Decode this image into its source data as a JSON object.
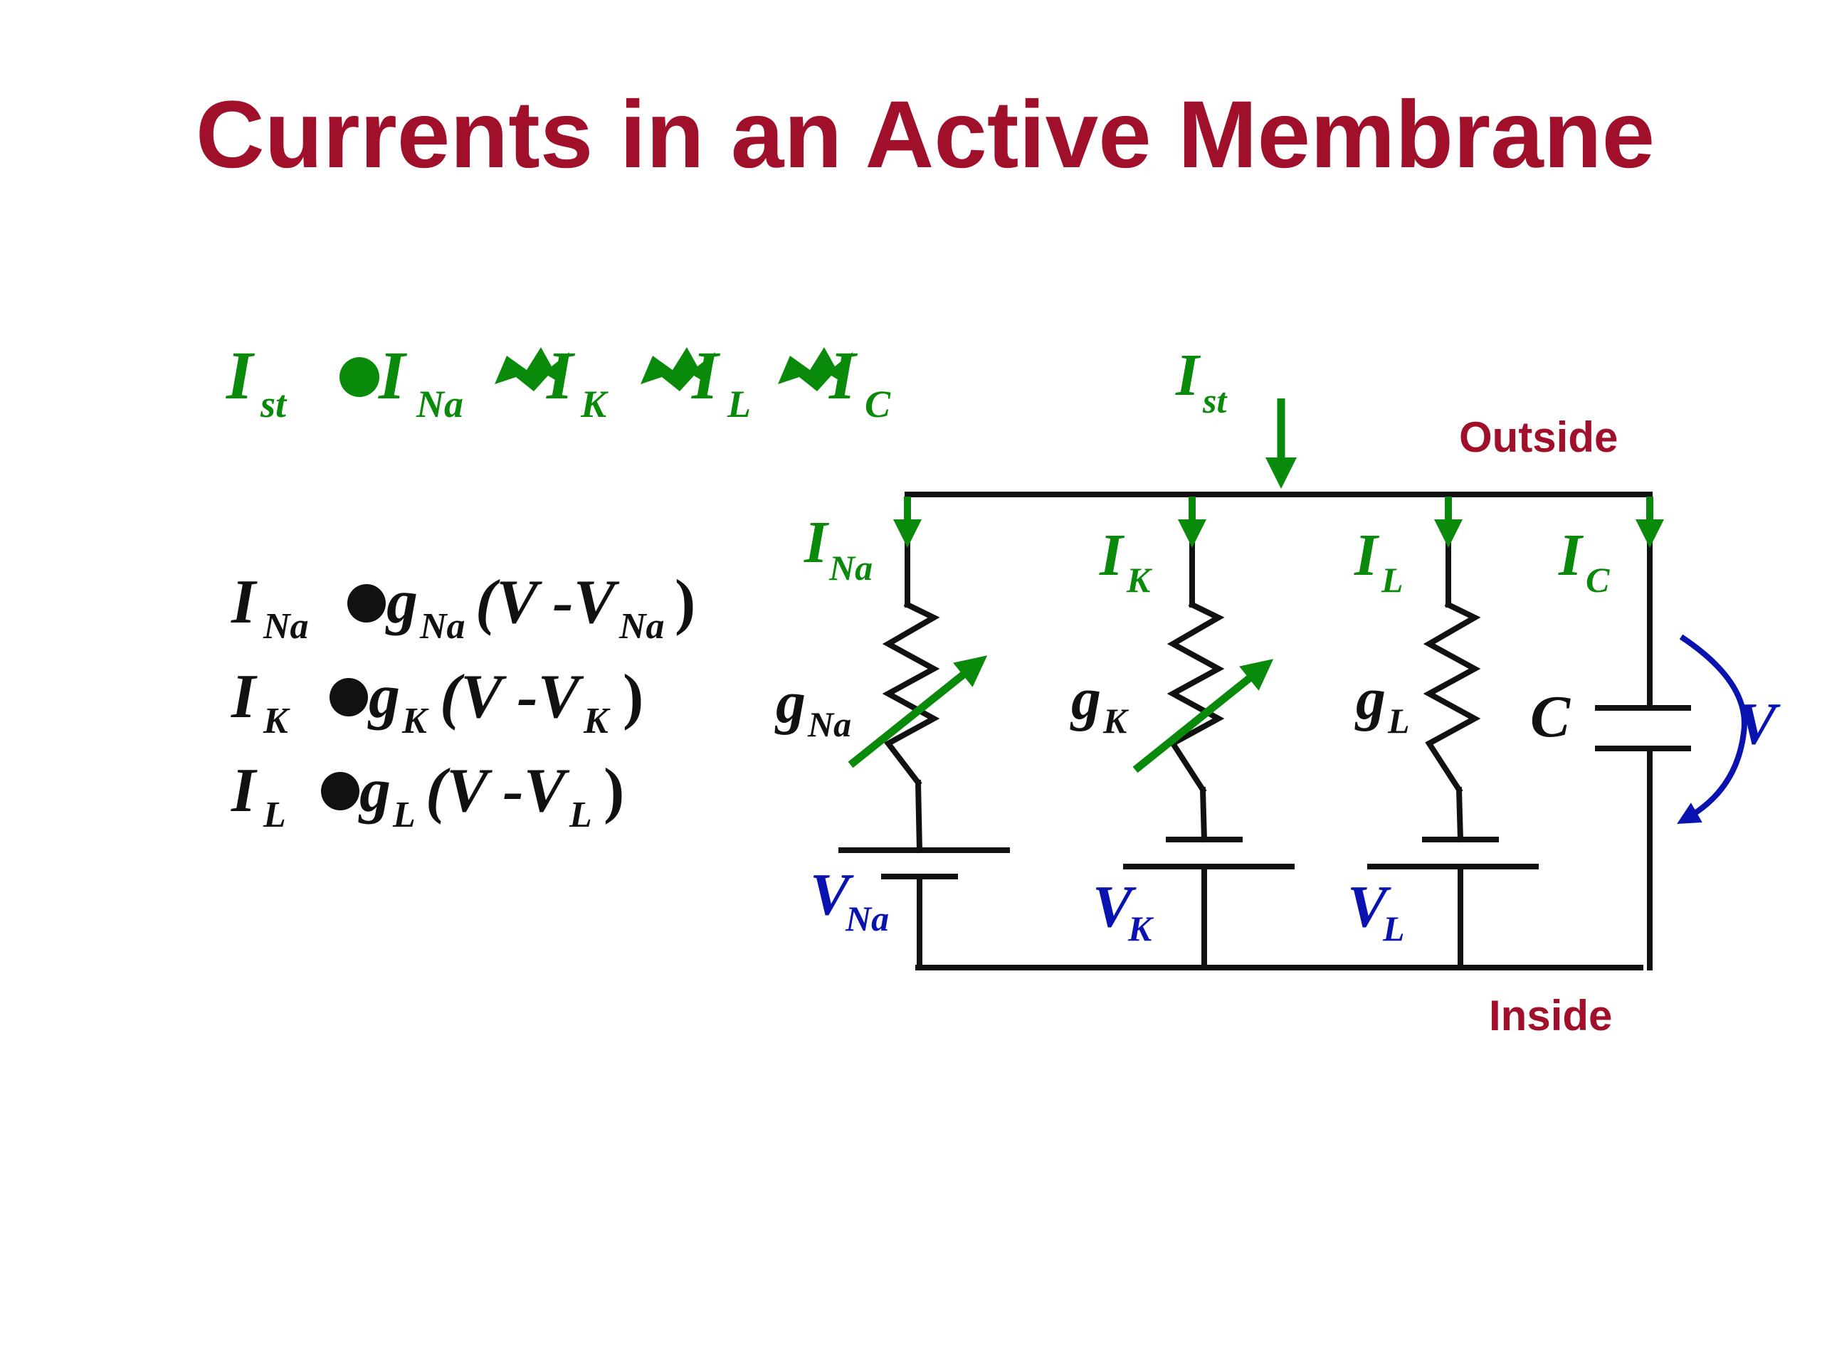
{
  "slide": {
    "title": "Currents in an Active Membrane"
  },
  "equations": {
    "kcl": {
      "i_st": "I",
      "i_st_sub": "st",
      "i_na": "I",
      "i_na_sub": "Na",
      "i_k": "I",
      "i_k_sub": "K",
      "i_l": "I",
      "i_l_sub": "L",
      "i_c": "I",
      "i_c_sub": "C",
      "color": "#0a8a0a"
    },
    "na": {
      "lhs": "I",
      "lhs_sub": "Na",
      "g": "g",
      "g_sub": "Na",
      "open": "(V -V",
      "v_sub": "Na",
      "close": ")"
    },
    "k": {
      "lhs": "I",
      "lhs_sub": "K",
      "g": "g",
      "g_sub": "K",
      "open": "(V -V",
      "v_sub": "K",
      "close": ")"
    },
    "l": {
      "lhs": "I",
      "lhs_sub": "L",
      "g": "g",
      "g_sub": "L",
      "open": "(V -V",
      "v_sub": "L",
      "close": ")"
    }
  },
  "circuit": {
    "outside_label": "Outside",
    "inside_label": "Inside",
    "stimulus": {
      "label": "I",
      "sub": "st"
    },
    "branches": [
      {
        "current": "I",
        "current_sub": "Na",
        "conductance": "g",
        "conductance_sub": "Na",
        "battery": "V",
        "battery_sub": "Na",
        "variable": true
      },
      {
        "current": "I",
        "current_sub": "K",
        "conductance": "g",
        "conductance_sub": "K",
        "battery": "V",
        "battery_sub": "K",
        "variable": true
      },
      {
        "current": "I",
        "current_sub": "L",
        "conductance": "g",
        "conductance_sub": "L",
        "battery": "V",
        "battery_sub": "L",
        "variable": false
      }
    ],
    "capacitor": {
      "current": "I",
      "current_sub": "C",
      "label": "C"
    },
    "voltage_label": "V",
    "colors": {
      "current": "#0a8a0a",
      "battery": "#0a12b0",
      "wire": "#111111",
      "label": "#a0102a"
    }
  }
}
